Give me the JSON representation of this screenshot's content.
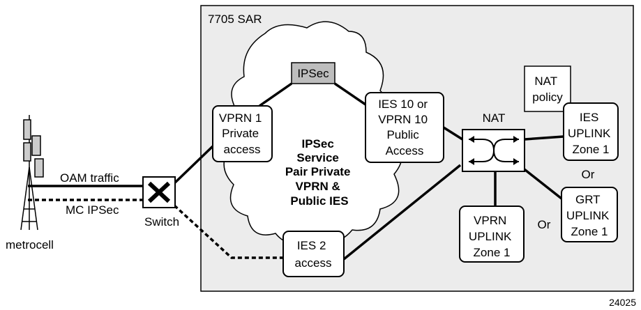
{
  "diagram": {
    "sar_label": "7705 SAR",
    "cloud_lines": [
      "IPSec",
      "Service",
      "Pair Private",
      "VPRN &",
      "Public IES"
    ],
    "ipsec_box": "IPSec",
    "vprn1_lines": [
      "VPRN 1",
      "Private",
      "access"
    ],
    "ies10_lines": [
      "IES 10 or",
      "VPRN 10",
      "Public",
      "Access"
    ],
    "ies2_lines": [
      "IES 2",
      "access"
    ],
    "nat_label": "NAT",
    "nat_policy_lines": [
      "NAT",
      "policy"
    ],
    "ies_uplink_lines": [
      "IES",
      "UPLINK",
      "Zone 1"
    ],
    "grt_uplink_lines": [
      "GRT",
      "UPLINK",
      "Zone 1"
    ],
    "vprn_uplink_lines": [
      "VPRN",
      "UPLINK",
      "Zone 1"
    ],
    "or_right": "Or",
    "or_bottom": "Or",
    "oam_traffic": "OAM traffic",
    "mc_ipsec": "MC IPSec",
    "switch_label": "Switch",
    "metrocell_label": "metrocell",
    "figure_id": "24025"
  }
}
